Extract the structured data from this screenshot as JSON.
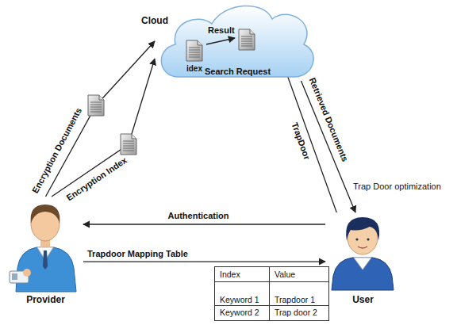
{
  "diagram": {
    "nodes": [
      {
        "text": [
          "Cloud"
        ]
      },
      {
        "text": [
          "idex"
        ],
        "in": 0
      },
      {
        "text": [
          "Provider"
        ]
      },
      {
        "text": [
          "User"
        ]
      }
    ],
    "edges": [
      {
        "from": 2,
        "to": 0,
        "label": "Encryption Documents",
        "arrow": "to"
      },
      {
        "from": 2,
        "to": 0,
        "label": "Encryption Index",
        "arrow": "to"
      },
      {
        "from": 3,
        "to": 1,
        "label": "TrapDoor",
        "arrow": "to"
      },
      {
        "from": 0,
        "to": 3,
        "label": "Retrieved Documents",
        "arrow": "to"
      },
      {
        "from": 3,
        "to": 2,
        "label": "Authentication",
        "arrow": "to"
      },
      {
        "from": 2,
        "to": 3,
        "label": "Trapdoor Mapping Table",
        "arrow": "to"
      }
    ],
    "labels": [
      "Result",
      "Search Request",
      "Trap Door optimization",
      "Index",
      "Value",
      "Keyword 1",
      "Trapdoor 1",
      "Keyword 2",
      "Trap door 2"
    ]
  }
}
